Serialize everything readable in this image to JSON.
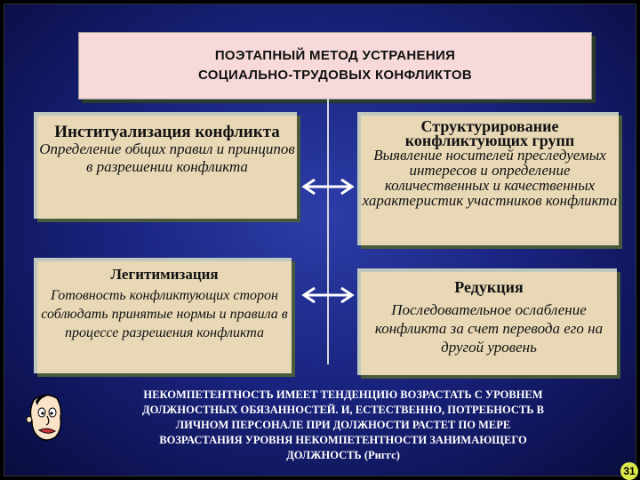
{
  "slide": {
    "title": "ПОЭТАПНЫЙ МЕТОД УСТРАНЕНИЯ\nСОЦИАЛЬНО-ТРУДОВЫХ КОНФЛИКТОВ",
    "cards": [
      {
        "heading": "Институализация конфликта",
        "body": "Определение общих правил и принципов в разрешении конфликта"
      },
      {
        "heading": "Структурирование конфликтующих групп",
        "body": "Выявление носителей преследуемых интересов и определение количественных и качественных характеристик участников конфликта"
      },
      {
        "heading": "Легитимизация",
        "body": "Готовность конфликтующих сторон соблюдать принятые нормы и правила в процессе разрешения конфликта"
      },
      {
        "heading": "Редукция",
        "body": "Последовательное ослабление конфликта за счет перевода его на другой уровень"
      }
    ],
    "note": "НЕКОМПЕТЕНТНОСТЬ ИМЕЕТ ТЕНДЕНЦИЮ ВОЗРАСТАТЬ С УРОВНЕМ\nДОЛЖНОСТНЫХ ОБЯЗАННОСТЕЙ. И, ЕСТЕСТВЕННО, ПОТРЕБНОСТЬ В\nЛИЧНОМ ПЕРСОНАЛЕ ПРИ ДОЛЖНОСТИ РАСТЕТ ПО МЕРЕ\nВОЗРАСТАНИЯ УРОВНЯ НЕКОМПЕТЕНТНОСТИ ЗАНИМАЮЩЕГО\nДОЛЖНОСТЬ (Риггс)",
    "page_number": "31",
    "icons": [
      "double-arrow-icon",
      "cartoon-face-icon"
    ],
    "colors": {
      "background": "#1a2480",
      "title_box": "#f7d9da",
      "card": "#e8d8b6",
      "page_badge": "#d9e74a"
    }
  }
}
